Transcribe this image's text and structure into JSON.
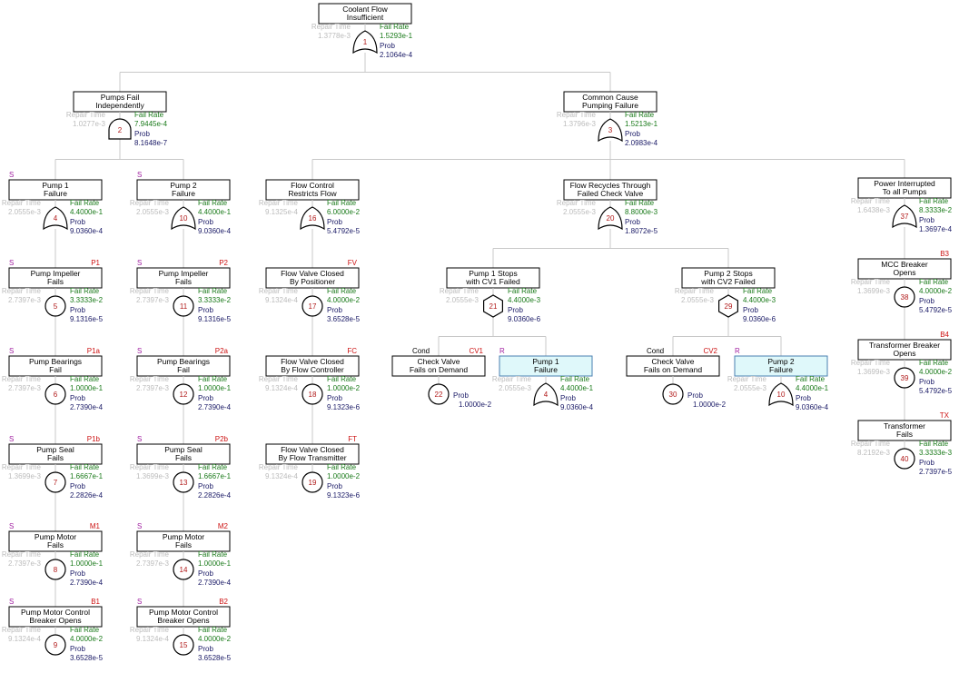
{
  "nodes": [
    {
      "id": "n1",
      "num": "1",
      "gate": "or",
      "label": [
        "Coolant Flow",
        "Insufficient"
      ],
      "repair": "1.3778e-3",
      "fail_rate": "1.5293e-1",
      "prob": "2.1064e-4",
      "left_tag": "",
      "right_tag": "",
      "shaded": false
    },
    {
      "id": "n2",
      "num": "2",
      "gate": "and",
      "label": [
        "Pumps Fail",
        "Independently"
      ],
      "repair": "1.0277e-3",
      "fail_rate": "7.9445e-4",
      "prob": "8.1648e-7",
      "left_tag": "",
      "right_tag": "",
      "shaded": false
    },
    {
      "id": "n3",
      "num": "3",
      "gate": "or",
      "label": [
        "Common Cause",
        "Pumping Failure"
      ],
      "repair": "1.3796e-3",
      "fail_rate": "1.5213e-1",
      "prob": "2.0983e-4",
      "left_tag": "",
      "right_tag": "",
      "shaded": false
    },
    {
      "id": "n4",
      "num": "4",
      "gate": "or",
      "label": [
        "Pump 1",
        "Failure"
      ],
      "repair": "2.0555e-3",
      "fail_rate": "4.4000e-1",
      "prob": "9.0360e-4",
      "left_tag": "S",
      "right_tag": "",
      "shaded": false
    },
    {
      "id": "n10",
      "num": "10",
      "gate": "or",
      "label": [
        "Pump 2",
        "Failure"
      ],
      "repair": "2.0555e-3",
      "fail_rate": "4.4000e-1",
      "prob": "9.0360e-4",
      "left_tag": "S",
      "right_tag": "",
      "shaded": false
    },
    {
      "id": "n16",
      "num": "16",
      "gate": "or",
      "label": [
        "Flow Control",
        "Restricts Flow"
      ],
      "repair": "9.1325e-4",
      "fail_rate": "6.0000e-2",
      "prob": "5.4792e-5",
      "left_tag": "",
      "right_tag": "",
      "shaded": false
    },
    {
      "id": "n20",
      "num": "20",
      "gate": "or",
      "label": [
        "Flow Recycles Through",
        "Failed Check Valve"
      ],
      "repair": "2.0555e-3",
      "fail_rate": "8.8000e-3",
      "prob": "1.8072e-5",
      "left_tag": "",
      "right_tag": "",
      "shaded": false
    },
    {
      "id": "n37",
      "num": "37",
      "gate": "or",
      "label": [
        "Power Interrupted",
        "To all Pumps"
      ],
      "repair": "1.6438e-3",
      "fail_rate": "8.3333e-2",
      "prob": "1.3697e-4",
      "left_tag": "",
      "right_tag": "",
      "shaded": false
    },
    {
      "id": "n5",
      "num": "5",
      "gate": "circle",
      "label": [
        "Pump Impeller",
        "Fails"
      ],
      "repair": "2.7397e-3",
      "fail_rate": "3.3333e-2",
      "prob": "9.1316e-5",
      "left_tag": "S",
      "right_tag": "P1",
      "shaded": false
    },
    {
      "id": "n11",
      "num": "11",
      "gate": "circle",
      "label": [
        "Pump Impeller",
        "Fails"
      ],
      "repair": "2.7397e-3",
      "fail_rate": "3.3333e-2",
      "prob": "9.1316e-5",
      "left_tag": "S",
      "right_tag": "P2",
      "shaded": false
    },
    {
      "id": "n17",
      "num": "17",
      "gate": "circle",
      "label": [
        "Flow Valve Closed",
        "By Positioner"
      ],
      "repair": "9.1324e-4",
      "fail_rate": "4.0000e-2",
      "prob": "3.6528e-5",
      "left_tag": "",
      "right_tag": "FV",
      "shaded": false
    },
    {
      "id": "n21",
      "num": "21",
      "gate": "hex",
      "label": [
        "Pump 1 Stops",
        "with CV1 Failed"
      ],
      "repair": "2.0555e-3",
      "fail_rate": "4.4000e-3",
      "prob": "9.0360e-6",
      "left_tag": "",
      "right_tag": "",
      "shaded": false
    },
    {
      "id": "n29",
      "num": "29",
      "gate": "hex",
      "label": [
        "Pump 2 Stops",
        "with CV2 Failed"
      ],
      "repair": "2.0555e-3",
      "fail_rate": "4.4000e-3",
      "prob": "9.0360e-6",
      "left_tag": "",
      "right_tag": "",
      "shaded": false
    },
    {
      "id": "n38",
      "num": "38",
      "gate": "circle",
      "label": [
        "MCC Breaker",
        "Opens"
      ],
      "repair": "1.3699e-3",
      "fail_rate": "4.0000e-2",
      "prob": "5.4792e-5",
      "left_tag": "",
      "right_tag": "B3",
      "shaded": false
    },
    {
      "id": "n6",
      "num": "6",
      "gate": "circle",
      "label": [
        "Pump Bearings",
        "Fail"
      ],
      "repair": "2.7397e-3",
      "fail_rate": "1.0000e-1",
      "prob": "2.7390e-4",
      "left_tag": "S",
      "right_tag": "P1a",
      "shaded": false
    },
    {
      "id": "n12",
      "num": "12",
      "gate": "circle",
      "label": [
        "Pump Bearings",
        "Fail"
      ],
      "repair": "2.7397e-3",
      "fail_rate": "1.0000e-1",
      "prob": "2.7390e-4",
      "left_tag": "S",
      "right_tag": "P2a",
      "shaded": false
    },
    {
      "id": "n18",
      "num": "18",
      "gate": "circle",
      "label": [
        "Flow Valve Closed",
        "By Flow Controller"
      ],
      "repair": "9.1324e-4",
      "fail_rate": "1.0000e-2",
      "prob": "9.1323e-6",
      "left_tag": "",
      "right_tag": "FC",
      "shaded": false
    },
    {
      "id": "n22",
      "num": "22",
      "gate": "cond",
      "label": [
        "Check Valve",
        "Fails on Demand"
      ],
      "repair": "",
      "fail_rate": "",
      "prob": "1.0000e-2",
      "left_tag": "Cond",
      "right_tag": "CV1",
      "shaded": false
    },
    {
      "id": "n4r",
      "num": "4",
      "gate": "or",
      "label": [
        "Pump 1",
        "Failure"
      ],
      "repair": "2.0555e-3",
      "fail_rate": "4.4000e-1",
      "prob": "9.0360e-4",
      "left_tag": "R",
      "right_tag": "",
      "shaded": true
    },
    {
      "id": "n30",
      "num": "30",
      "gate": "cond",
      "label": [
        "Check Valve",
        "Fails on Demand"
      ],
      "repair": "",
      "fail_rate": "",
      "prob": "1.0000e-2",
      "left_tag": "Cond",
      "right_tag": "CV2",
      "shaded": false
    },
    {
      "id": "n10r",
      "num": "10",
      "gate": "or",
      "label": [
        "Pump 2",
        "Failure"
      ],
      "repair": "2.0555e-3",
      "fail_rate": "4.4000e-1",
      "prob": "9.0360e-4",
      "left_tag": "R",
      "right_tag": "",
      "shaded": true
    },
    {
      "id": "n39",
      "num": "39",
      "gate": "circle",
      "label": [
        "Transformer Breaker",
        "Opens"
      ],
      "repair": "1.3699e-3",
      "fail_rate": "4.0000e-2",
      "prob": "5.4792e-5",
      "left_tag": "",
      "right_tag": "B4",
      "shaded": false
    },
    {
      "id": "n7",
      "num": "7",
      "gate": "circle",
      "label": [
        "Pump Seal",
        "Fails"
      ],
      "repair": "1.3699e-3",
      "fail_rate": "1.6667e-1",
      "prob": "2.2826e-4",
      "left_tag": "S",
      "right_tag": "P1b",
      "shaded": false
    },
    {
      "id": "n13",
      "num": "13",
      "gate": "circle",
      "label": [
        "Pump Seal",
        "Fails"
      ],
      "repair": "1.3699e-3",
      "fail_rate": "1.6667e-1",
      "prob": "2.2826e-4",
      "left_tag": "S",
      "right_tag": "P2b",
      "shaded": false
    },
    {
      "id": "n19",
      "num": "19",
      "gate": "circle",
      "label": [
        "Flow Valve Closed",
        "By Flow Transmitter"
      ],
      "repair": "9.1324e-4",
      "fail_rate": "1.0000e-2",
      "prob": "9.1323e-6",
      "left_tag": "",
      "right_tag": "FT",
      "shaded": false
    },
    {
      "id": "n40",
      "num": "40",
      "gate": "circle",
      "label": [
        "Transformer",
        "Fails"
      ],
      "repair": "8.2192e-3",
      "fail_rate": "3.3333e-3",
      "prob": "2.7397e-5",
      "left_tag": "",
      "right_tag": "TX",
      "shaded": false
    },
    {
      "id": "n8",
      "num": "8",
      "gate": "circle",
      "label": [
        "Pump Motor",
        "Fails"
      ],
      "repair": "2.7397e-3",
      "fail_rate": "1.0000e-1",
      "prob": "2.7390e-4",
      "left_tag": "S",
      "right_tag": "M1",
      "shaded": false
    },
    {
      "id": "n14",
      "num": "14",
      "gate": "circle",
      "label": [
        "Pump Motor",
        "Fails"
      ],
      "repair": "2.7397e-3",
      "fail_rate": "1.0000e-1",
      "prob": "2.7390e-4",
      "left_tag": "S",
      "right_tag": "M2",
      "shaded": false
    },
    {
      "id": "n9",
      "num": "9",
      "gate": "circle",
      "label": [
        "Pump Motor Control",
        "Breaker Opens"
      ],
      "repair": "9.1324e-4",
      "fail_rate": "4.0000e-2",
      "prob": "3.6528e-5",
      "left_tag": "S",
      "right_tag": "B1",
      "shaded": false
    },
    {
      "id": "n15",
      "num": "15",
      "gate": "circle",
      "label": [
        "Pump Motor Control",
        "Breaker Opens"
      ],
      "repair": "9.1324e-4",
      "fail_rate": "4.0000e-2",
      "prob": "3.6528e-5",
      "left_tag": "S",
      "right_tag": "B2",
      "shaded": false
    }
  ],
  "edges": [
    [
      "n1",
      "n2"
    ],
    [
      "n1",
      "n3"
    ],
    [
      "n2",
      "n4"
    ],
    [
      "n2",
      "n10"
    ],
    [
      "n3",
      "n16"
    ],
    [
      "n3",
      "n20"
    ],
    [
      "n3",
      "n37"
    ],
    [
      "n4",
      "n5"
    ],
    [
      "n5",
      "n6"
    ],
    [
      "n6",
      "n7"
    ],
    [
      "n7",
      "n8"
    ],
    [
      "n8",
      "n9"
    ],
    [
      "n10",
      "n11"
    ],
    [
      "n11",
      "n12"
    ],
    [
      "n12",
      "n13"
    ],
    [
      "n13",
      "n14"
    ],
    [
      "n14",
      "n15"
    ],
    [
      "n16",
      "n17"
    ],
    [
      "n17",
      "n18"
    ],
    [
      "n18",
      "n19"
    ],
    [
      "n20",
      "n21"
    ],
    [
      "n20",
      "n29"
    ],
    [
      "n21",
      "n22"
    ],
    [
      "n21",
      "n4r"
    ],
    [
      "n29",
      "n30"
    ],
    [
      "n29",
      "n10r"
    ],
    [
      "n37",
      "n38"
    ],
    [
      "n38",
      "n39"
    ],
    [
      "n39",
      "n40"
    ]
  ],
  "labels": {
    "repair_prefix": "Repair Time",
    "fail_rate": "Fail Rate",
    "prob": "Prob"
  },
  "colors": {
    "fail_rate": "#1a7a1a",
    "prob": "#1a1a66",
    "repair": "#bcbcbc",
    "number": "#b01818",
    "tag_left": "#a020a0",
    "tag_right": "#cc1111",
    "shaded_box": "#dff8fa",
    "connector": "#c8c8c8"
  }
}
